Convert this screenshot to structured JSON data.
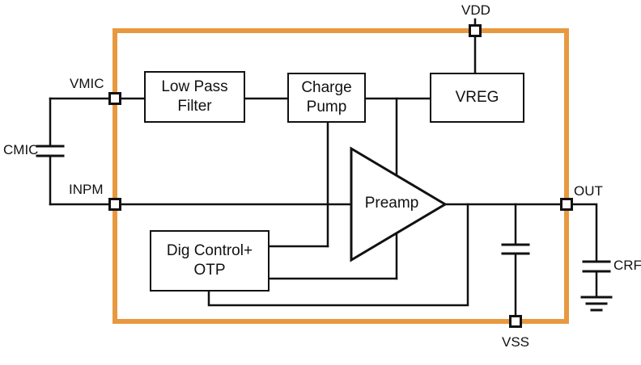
{
  "diagram": {
    "kind": "mems-microphone-block-diagram",
    "colors": {
      "chip_border": "#E8993F",
      "wire": "#111111",
      "block_fill": "#ffffff"
    },
    "blocks": {
      "low_pass_filter": {
        "label": "Low Pass\nFilter"
      },
      "charge_pump": {
        "label": "Charge\nPump"
      },
      "vreg": {
        "label": "VREG"
      },
      "dig_control": {
        "label": "Dig Control+\nOTP"
      },
      "preamp": {
        "label": "Preamp"
      }
    },
    "pins": {
      "vdd": {
        "label": "VDD"
      },
      "vmic": {
        "label": "VMIC"
      },
      "inpm": {
        "label": "INPM"
      },
      "out": {
        "label": "OUT"
      },
      "vss": {
        "label": "VSS"
      }
    },
    "external_components": {
      "cmic": {
        "label": "CMIC",
        "type": "capacitor"
      },
      "crf": {
        "label": "CRF",
        "type": "capacitor"
      }
    }
  }
}
